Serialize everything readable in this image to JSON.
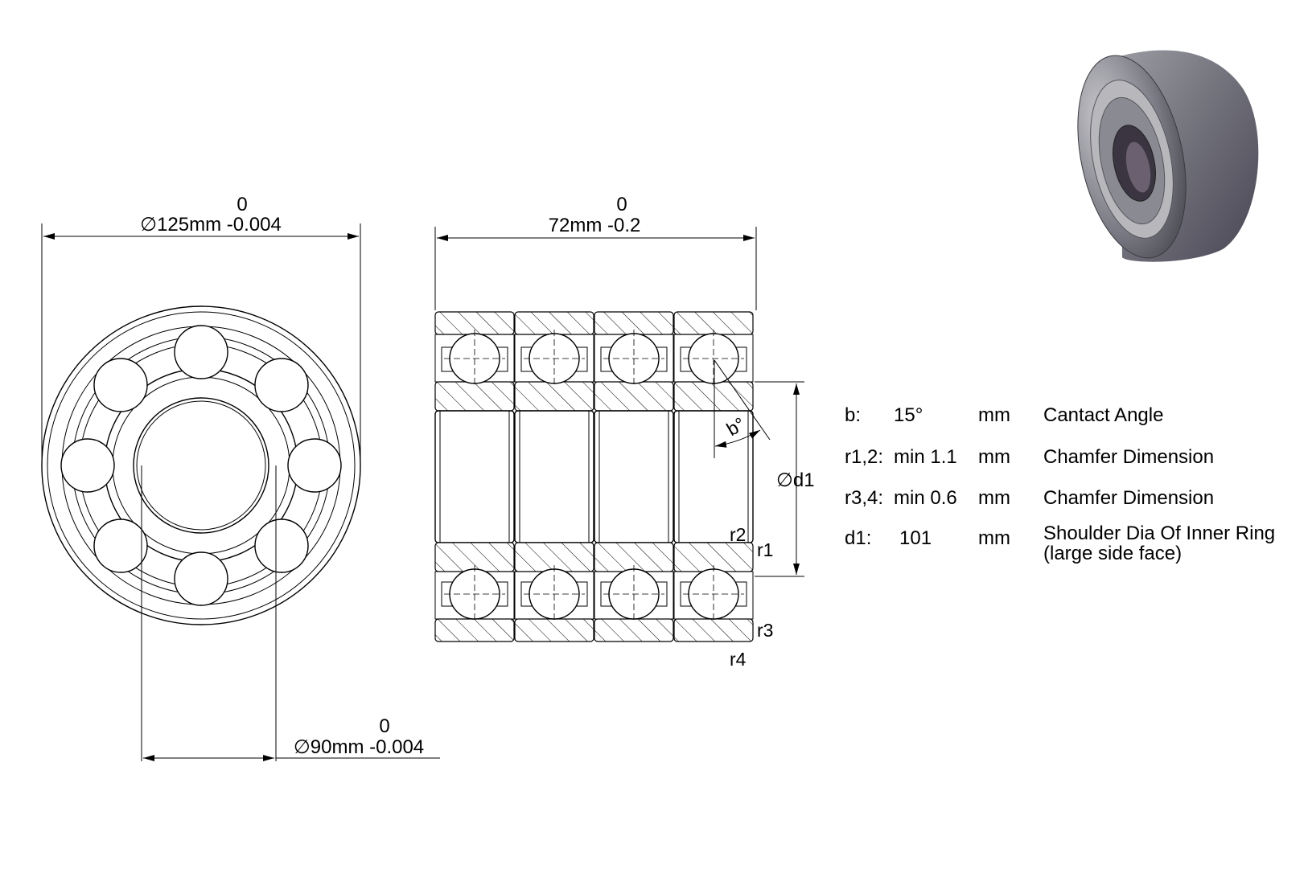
{
  "outer_diameter": {
    "tol_upper": "0",
    "label": "∅125mm -0.004"
  },
  "width_dim": {
    "tol_upper": "0",
    "label": "72mm -0.2"
  },
  "bore_diameter": {
    "tol_upper": "0",
    "label": "∅90mm -0.004"
  },
  "contact_angle_mark": "b°",
  "shoulder_mark": "∅d1",
  "radius_labels": {
    "r1": "r1",
    "r2": "r2",
    "r3": "r3",
    "r4": "r4"
  },
  "specs": [
    {
      "symbol": "b:",
      "value": "15°",
      "unit": "mm",
      "description": "Cantact Angle",
      "description2": ""
    },
    {
      "symbol": "r1,2:",
      "value": "min 1.1",
      "unit": "mm",
      "description": "Chamfer Dimension",
      "description2": ""
    },
    {
      "symbol": "r3,4:",
      "value": "min 0.6",
      "unit": "mm",
      "description": "Chamfer Dimension",
      "description2": ""
    },
    {
      "symbol": "d1:",
      "value": "101",
      "unit": "mm",
      "description": "Shoulder Dia Of Inner Ring",
      "description2": "(large side face)"
    }
  ],
  "colors": {
    "line": "#000000",
    "background": "#ffffff",
    "render_steel": "#6e6e78"
  }
}
